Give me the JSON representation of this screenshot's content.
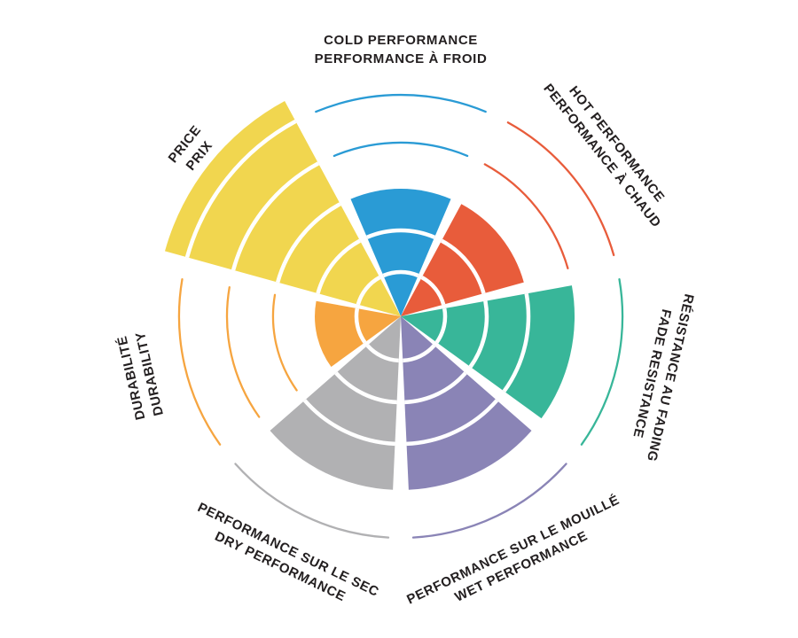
{
  "page": {
    "background": "#ffffff",
    "text_color": "#231F20"
  },
  "chart_data": {
    "type": "pie",
    "subtype": "polar-sector-performance-wheel",
    "title": "",
    "description": "Seven-sector bilingual performance wheel. Each sector is filled from the center outward to its rating level (scale 0-5); level boundaries inside the fill are thin white arcs; unreached levels are drawn as thin arcs in the sector color; the price sector is filled past the outer ring.",
    "scale": {
      "min": 0,
      "max": 5
    },
    "legend_position": "around",
    "grid": "concentric-rings",
    "sectors": [
      {
        "id": "cold-performance",
        "lines": [
          "COLD PERFORMANCE",
          "PERFORMANCE À FROID"
        ],
        "value": 3,
        "color": "#2A9BD5"
      },
      {
        "id": "hot-performance",
        "lines": [
          "HOT PERFORMANCE",
          "PERFORMANCE À CHAUD"
        ],
        "value": 3,
        "color": "#E85C3B"
      },
      {
        "id": "fade-resistance",
        "lines": [
          "RÉSISTANCE AU FADING",
          "FADE RESISTANCE"
        ],
        "value": 4,
        "color": "#38B699"
      },
      {
        "id": "wet-performance",
        "lines": [
          "PERFORMANCE SUR LE MOUILLÉ",
          "WET PERFORMANCE"
        ],
        "value": 4,
        "color": "#8A84B6"
      },
      {
        "id": "dry-performance",
        "lines": [
          "PERFORMANCE SUR LE SEC",
          "DRY PERFORMANCE"
        ],
        "value": 4,
        "color": "#B1B1B3"
      },
      {
        "id": "durability",
        "lines": [
          "DURABILITÉ",
          "DURABILITY"
        ],
        "value": 2,
        "color": "#F6A540"
      },
      {
        "id": "price",
        "lines": [
          "PRICE",
          "PRIX"
        ],
        "value": 5,
        "color": "#F1D64F",
        "overshoot": true
      }
    ],
    "text_color": "#231F20"
  }
}
